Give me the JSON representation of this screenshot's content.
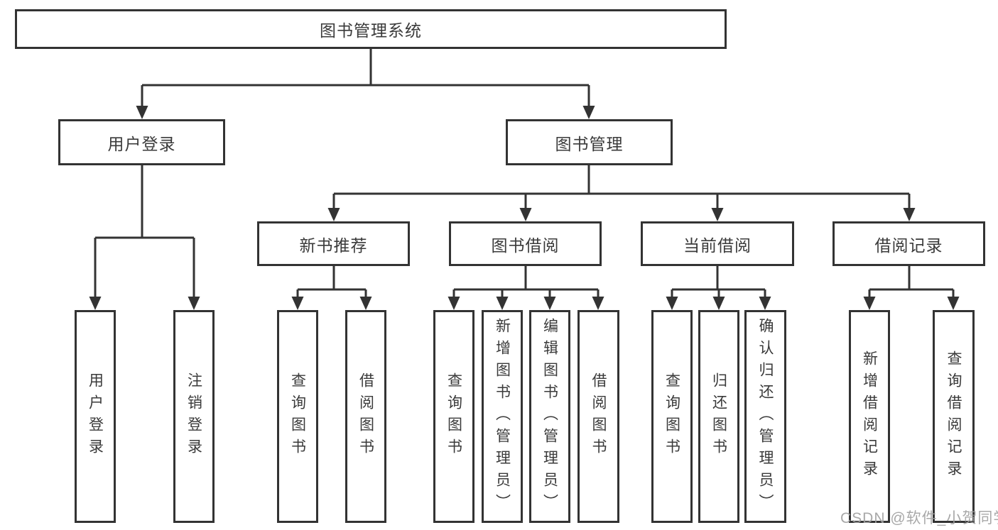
{
  "diagram_title": "图书管理系统",
  "nodes": {
    "root": "图书管理系统",
    "user_login": "用户登录",
    "book_mgmt": "图书管理",
    "new_books": "新书推荐",
    "book_borrow": "图书借阅",
    "current_borrow": "当前借阅",
    "borrow_records": "借阅记录",
    "leaves": {
      "user_login": "用户登录",
      "logout": "注销登录",
      "nb_query_books": "查询图书",
      "nb_borrow_books": "借阅图书",
      "bb_query_books": "查询图书",
      "bb_add_book_admin": "新增图书（管理员）",
      "bb_edit_book_admin": "编辑图书（管理员）",
      "bb_borrow_books": "借阅图书",
      "cb_query_books": "查询图书",
      "cb_return_book": "归还图书",
      "cb_confirm_return_admin": "确认归还（管理员）",
      "br_add_record": "新增借阅记录",
      "br_query_record": "查询借阅记录"
    }
  },
  "colors": {
    "line": "#333333",
    "text": "#3a3a3a",
    "watermark": "#9e9e9e",
    "background": "#ffffff"
  },
  "watermark": "CSDN @软件_小贺同学"
}
